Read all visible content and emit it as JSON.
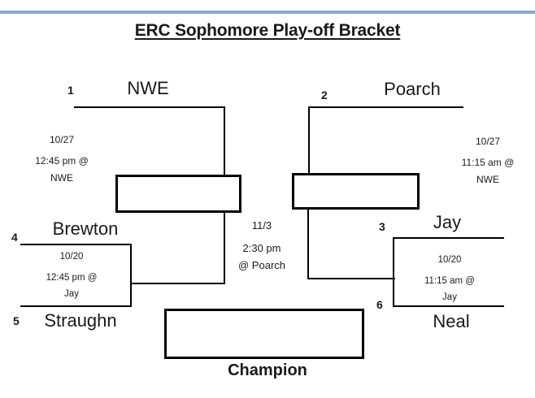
{
  "header": {
    "title": "ERC Sophomore Play-off Bracket"
  },
  "bracket": {
    "teams": {
      "nwe": {
        "seed": "1",
        "name": "NWE"
      },
      "poarch": {
        "seed": "2",
        "name": "Poarch"
      },
      "jay": {
        "seed": "3",
        "name": "Jay"
      },
      "brewton": {
        "seed": "4",
        "name": "Brewton"
      },
      "straughn": {
        "seed": "5",
        "name": "Straughn"
      },
      "neal": {
        "seed": "6",
        "name": "Neal"
      }
    },
    "games": {
      "semi_left": {
        "date": "10/27",
        "time": "12:45 pm @",
        "venue": "NWE"
      },
      "semi_right": {
        "date": "10/27",
        "time": "11:15 am @",
        "venue": "NWE"
      },
      "round1_left": {
        "date": "10/20",
        "time": "12:45 pm @",
        "venue": "Jay"
      },
      "round1_right": {
        "date": "10/20",
        "time": "11:15 am @",
        "venue": "Jay"
      },
      "final": {
        "date": "11/3",
        "time": "2:30 pm",
        "venue": "@ Poarch"
      }
    },
    "champion_label": "Champion"
  },
  "colors": {
    "accent_border": "#8da6c6",
    "line": "#000000",
    "background": "#ffffff"
  }
}
